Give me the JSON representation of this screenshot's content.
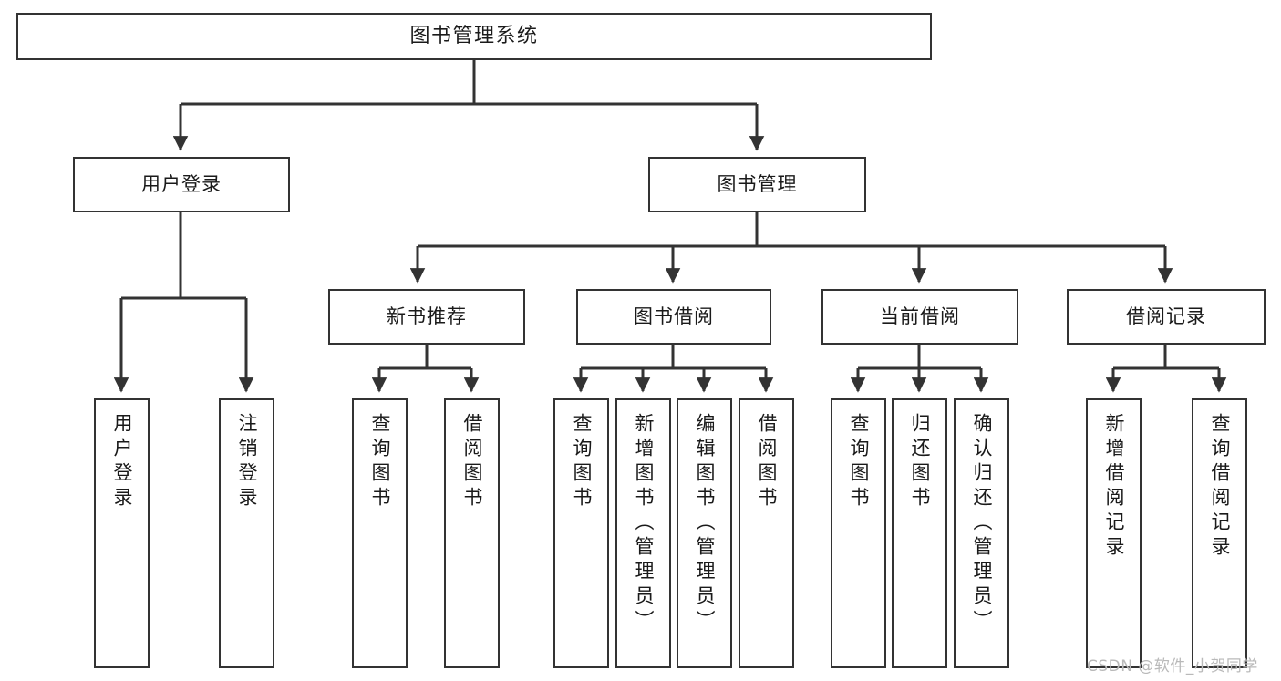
{
  "diagram": {
    "type": "tree",
    "orientation": "top-down",
    "title": "图书管理系统",
    "colors": {
      "node_border": "#333333",
      "node_fill": "#ffffff",
      "connector": "#333333",
      "background": "#ffffff",
      "watermark_text": "#b9b9b9"
    }
  },
  "root": {
    "label": "图书管理系统"
  },
  "level2": [
    {
      "label": "用户登录"
    },
    {
      "label": "图书管理"
    }
  ],
  "level3": [
    {
      "label": "新书推荐"
    },
    {
      "label": "图书借阅"
    },
    {
      "label": "当前借阅"
    },
    {
      "label": "借阅记录"
    }
  ],
  "leaves": {
    "user_login": [
      {
        "label": "用户登录"
      },
      {
        "label": "注销登录"
      }
    ],
    "new_book_recommend": [
      {
        "label": "查询图书"
      },
      {
        "label": "借阅图书"
      }
    ],
    "book_borrow": [
      {
        "label": "查询图书"
      },
      {
        "label": "新增图书（管理员）"
      },
      {
        "label": "编辑图书（管理员）"
      },
      {
        "label": "借阅图书"
      }
    ],
    "current_borrow": [
      {
        "label": "查询图书"
      },
      {
        "label": "归还图书"
      },
      {
        "label": "确认归还（管理员）"
      }
    ],
    "borrow_record": [
      {
        "label": "新增借阅记录"
      },
      {
        "label": "查询借阅记录"
      }
    ]
  },
  "watermark": {
    "text": "CSDN @软件_小贺同学"
  }
}
